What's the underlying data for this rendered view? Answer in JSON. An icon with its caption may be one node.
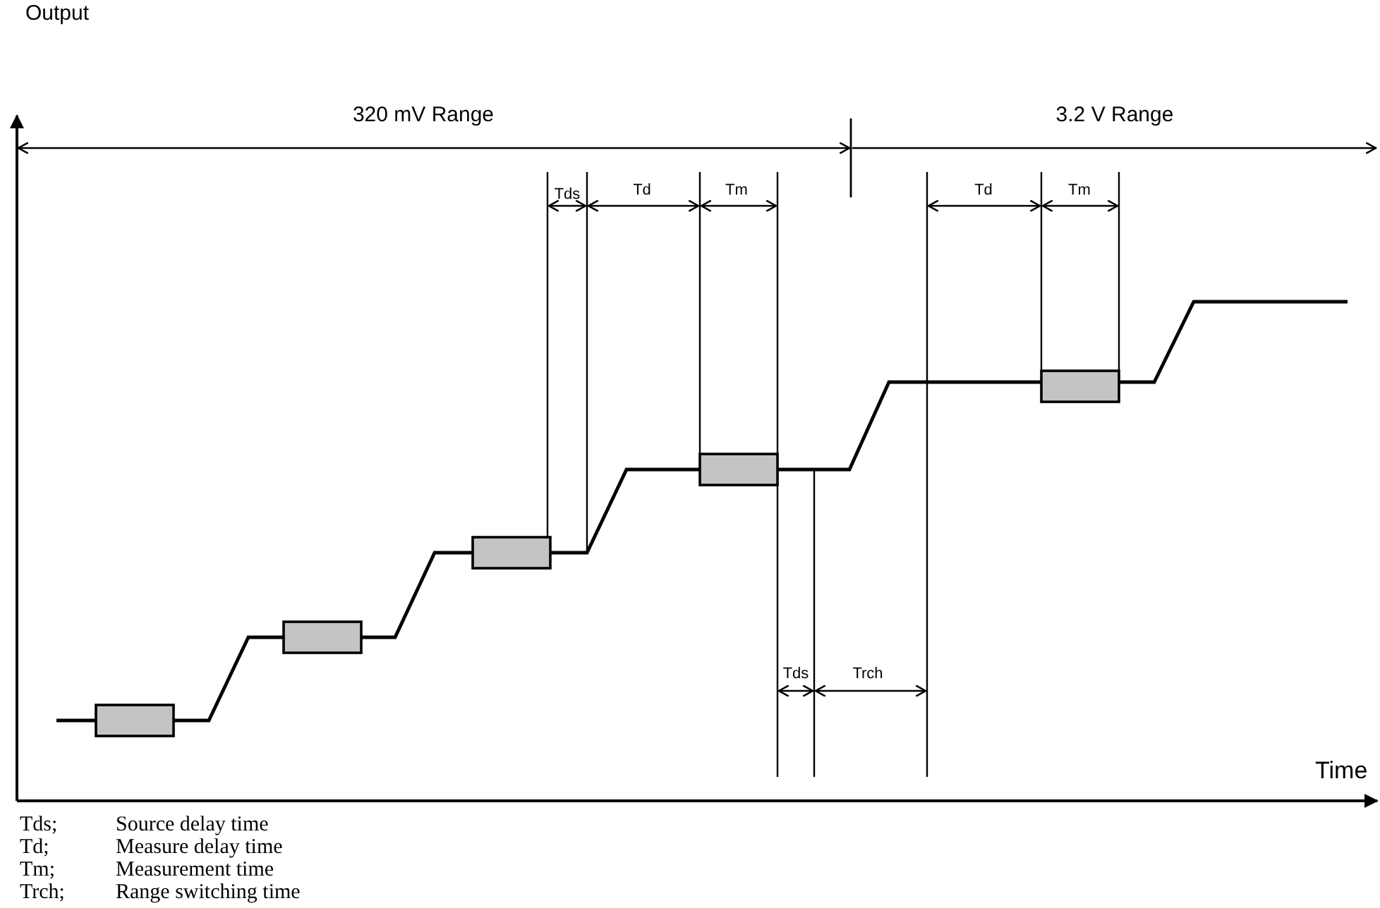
{
  "diagram": {
    "labels": [
      "Output",
      "320 mV Range",
      "3.2 V Range",
      "Tds",
      "Td",
      "Tm",
      "Td",
      "Tm",
      "Tds",
      "Trch",
      "Time",
      "Tds;",
      "Source delay time",
      "Td;",
      "Measure delay time",
      "Tm;",
      "Measurement time",
      "Trch;",
      "Range switching time"
    ]
  }
}
